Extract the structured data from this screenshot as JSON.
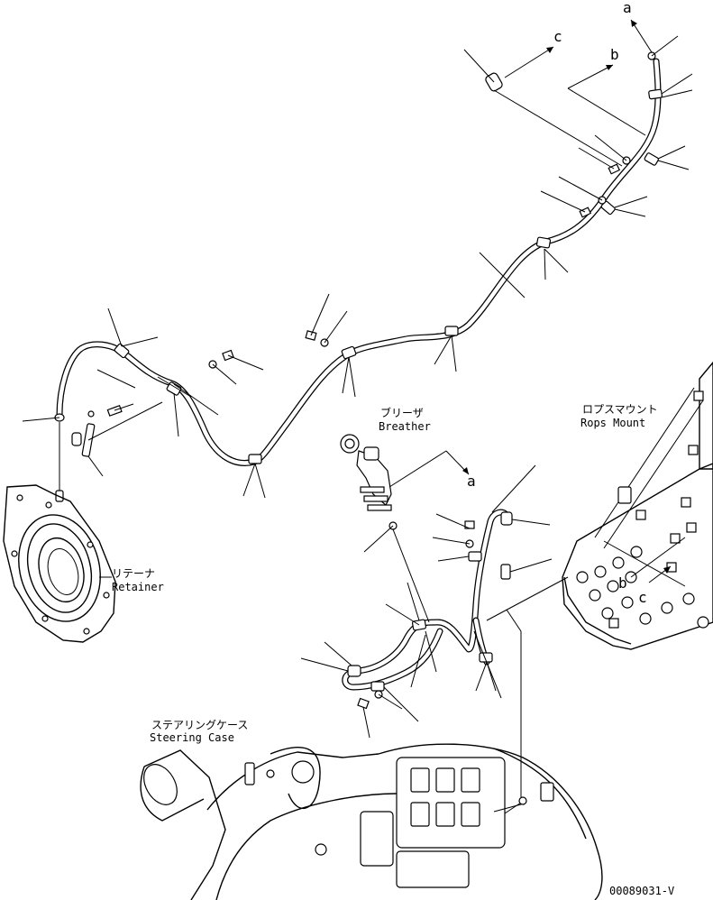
{
  "labels": {
    "breather_jp": "ブリーザ",
    "breather_en": "Breather",
    "rops_jp": "ロプスマウント",
    "rops_en": "Rops Mount",
    "retainer_jp": "リテーナ",
    "retainer_en": "Retainer",
    "steering_jp": "ステアリングケース",
    "steering_en": "Steering Case"
  },
  "refs": {
    "a_top": "a",
    "b_top": "b",
    "c_top": "c",
    "a_mid": "a",
    "b_rops": "b",
    "c_rops": "c"
  },
  "drawing_code": "00089031-V"
}
